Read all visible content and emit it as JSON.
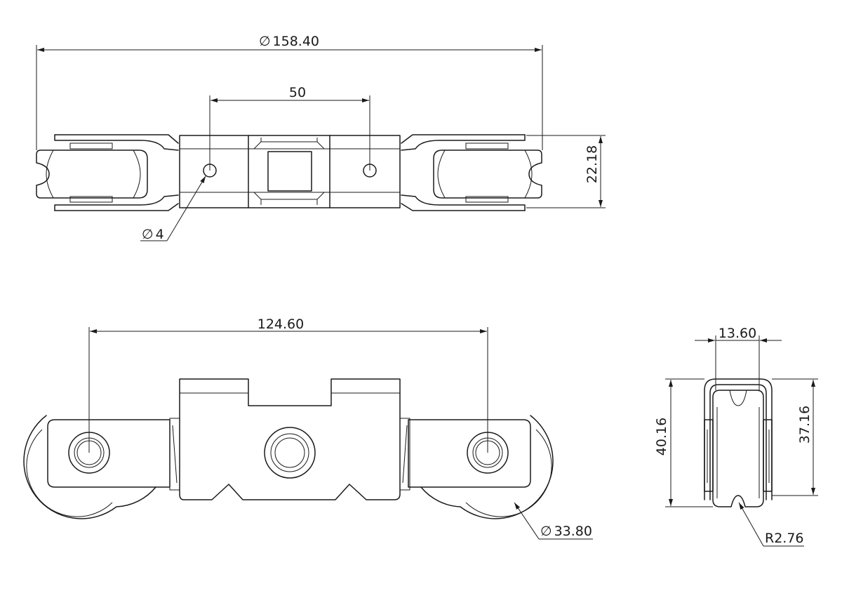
{
  "views": {
    "top_view": {
      "dims": {
        "overall_diameter": "158.40",
        "hole_spacing": "50",
        "height": "22.18",
        "hole_diameter": "4"
      }
    },
    "front_view": {
      "dims": {
        "axle_spacing": "124.60",
        "wheel_diameter": "33.80"
      }
    },
    "side_view": {
      "dims": {
        "width": "13.60",
        "outer_height": "40.16",
        "inner_height": "37.16",
        "groove_radius": "R2.76"
      }
    }
  },
  "symbols": {
    "diameter": "∅"
  }
}
